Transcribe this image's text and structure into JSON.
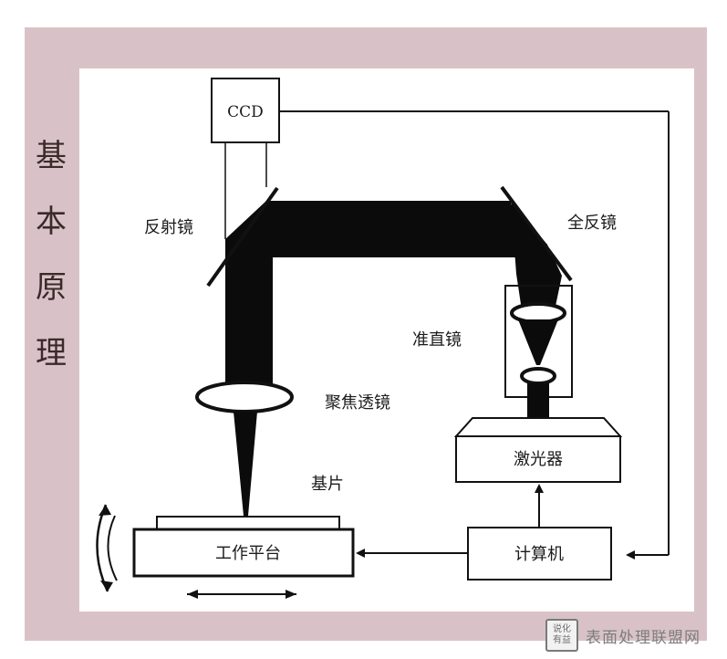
{
  "side_title": [
    "基",
    "本",
    "原",
    "理"
  ],
  "labels": {
    "ccd": "CCD",
    "reflector": "反射镜",
    "full_reflector": "全反镜",
    "collimator": "准直镜",
    "focusing_lens": "聚焦透镜",
    "substrate": "基片",
    "laser": "激光器",
    "work_platform": "工作平台",
    "computer": "计算机"
  },
  "watermark": {
    "logo_top": "说化",
    "logo_bottom": "有益",
    "site": "表面处理联盟网"
  }
}
